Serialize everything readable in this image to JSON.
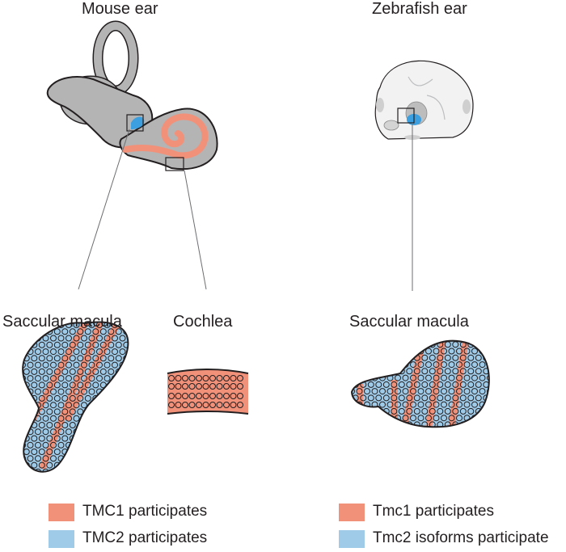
{
  "titles": {
    "mouse": "Mouse ear",
    "zebrafish": "Zebrafish ear"
  },
  "panels": {
    "mouse_saccule": "Saccular macula",
    "mouse_cochlea": "Cochlea",
    "zebrafish_saccule": "Saccular macula"
  },
  "legend": {
    "left": [
      {
        "label": "TMC1 participates",
        "color": "#f2917a"
      },
      {
        "label": "TMC2 participates",
        "color": "#9fcbe8"
      }
    ],
    "right": [
      {
        "label": "Tmc1 participates",
        "color": "#f2917a"
      },
      {
        "label": "Tmc2 isoforms participate",
        "color": "#9fcbe8"
      }
    ]
  },
  "colors": {
    "tmc1": "#f2917a",
    "tmc2": "#9fcbe8",
    "bone": "#b4b4b4",
    "marker": "#3b9fe0",
    "outline": "#231f20"
  }
}
